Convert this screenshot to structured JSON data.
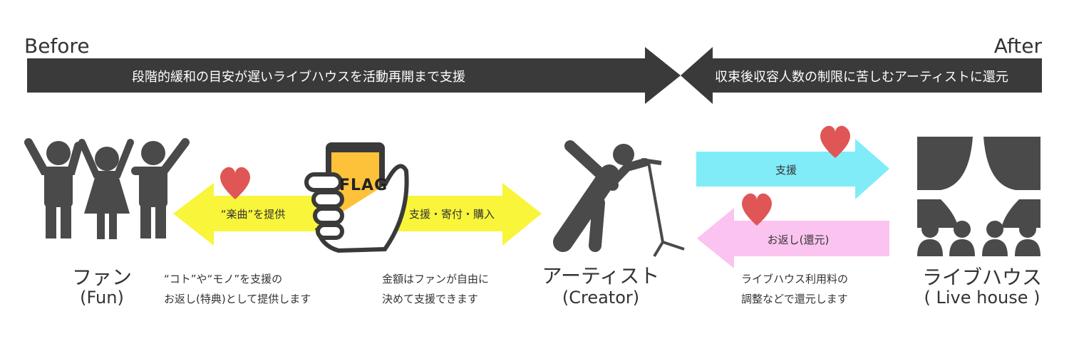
{
  "timeline": {
    "before_label": "Before",
    "after_label": "After",
    "left_bar_text": "段階的緩和の目安が遅いライブハウスを活動再開まで支援",
    "right_bar_text": "収束後収容人数の制限に苦しむアーティストに還元"
  },
  "fan": {
    "label": "ファン",
    "label_en": "(Fun)",
    "icon": "fans-icon"
  },
  "app": {
    "logo": "FLAG",
    "icon": "phone-in-hand-icon"
  },
  "artist": {
    "label": "アーティスト",
    "label_en": "(Creator)",
    "icon": "singer-icon"
  },
  "livehouse": {
    "label": "ライブハウス",
    "label_en": "( Live house )",
    "icon": "stage-audience-icon"
  },
  "arrows": {
    "to_fan": "“楽曲”を提供",
    "to_artist": "支援・寄付・購入",
    "to_livehouse": "支援",
    "to_artist_return": "お返し(還元)"
  },
  "notes": {
    "fan_note": [
      "“コト”や“モノ”を支援の",
      "お返し(特典)として提供します"
    ],
    "amount_note": [
      "金額はファンが自由に",
      "決めて支援できます"
    ],
    "livehouse_note": [
      "ライブハウス利用料の",
      "調整などで還元します"
    ]
  },
  "colors": {
    "dark": "#3a3a3a",
    "icon": "#4a4a4a",
    "yellow": "#f8f53a",
    "cyan": "#80ecf8",
    "pink": "#fbc3ef",
    "heart": "#e05555",
    "phone_screen": "#fdc23a"
  }
}
